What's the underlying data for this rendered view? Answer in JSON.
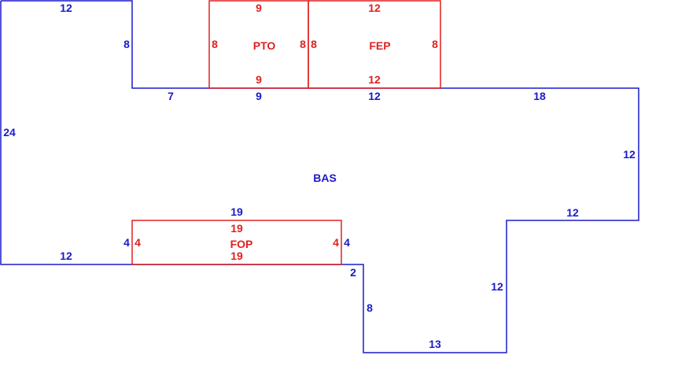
{
  "colors": {
    "base": "#1a1acc",
    "addition": "#e02020",
    "background": "#ffffff"
  },
  "areas": {
    "bas": "BAS",
    "pto": "PTO",
    "fep": "FEP",
    "fop": "FOP"
  },
  "dims": {
    "bas_top": "12",
    "bas_left": "24",
    "bas_notch": "8",
    "bas_seg7": "7",
    "bas_seg9": "9",
    "bas_seg12": "12",
    "bas_seg18": "18",
    "bas_right12": "12",
    "bas_step12": "12",
    "bas_drop12": "12",
    "bas_bottom13": "13",
    "bas_side8": "8",
    "bas_jog2": "2",
    "bas_left_bottom12": "12",
    "bas_fop_top19": "19",
    "bas_fop_left4": "4",
    "bas_fop_right4": "4",
    "pto_top": "9",
    "pto_bottom": "9",
    "pto_left": "8",
    "pto_right": "8",
    "fep_top": "12",
    "fep_bottom": "12",
    "fep_left": "8",
    "fep_right": "8",
    "fop_top": "19",
    "fop_bottom": "19",
    "fop_left": "4",
    "fop_right": "4"
  }
}
